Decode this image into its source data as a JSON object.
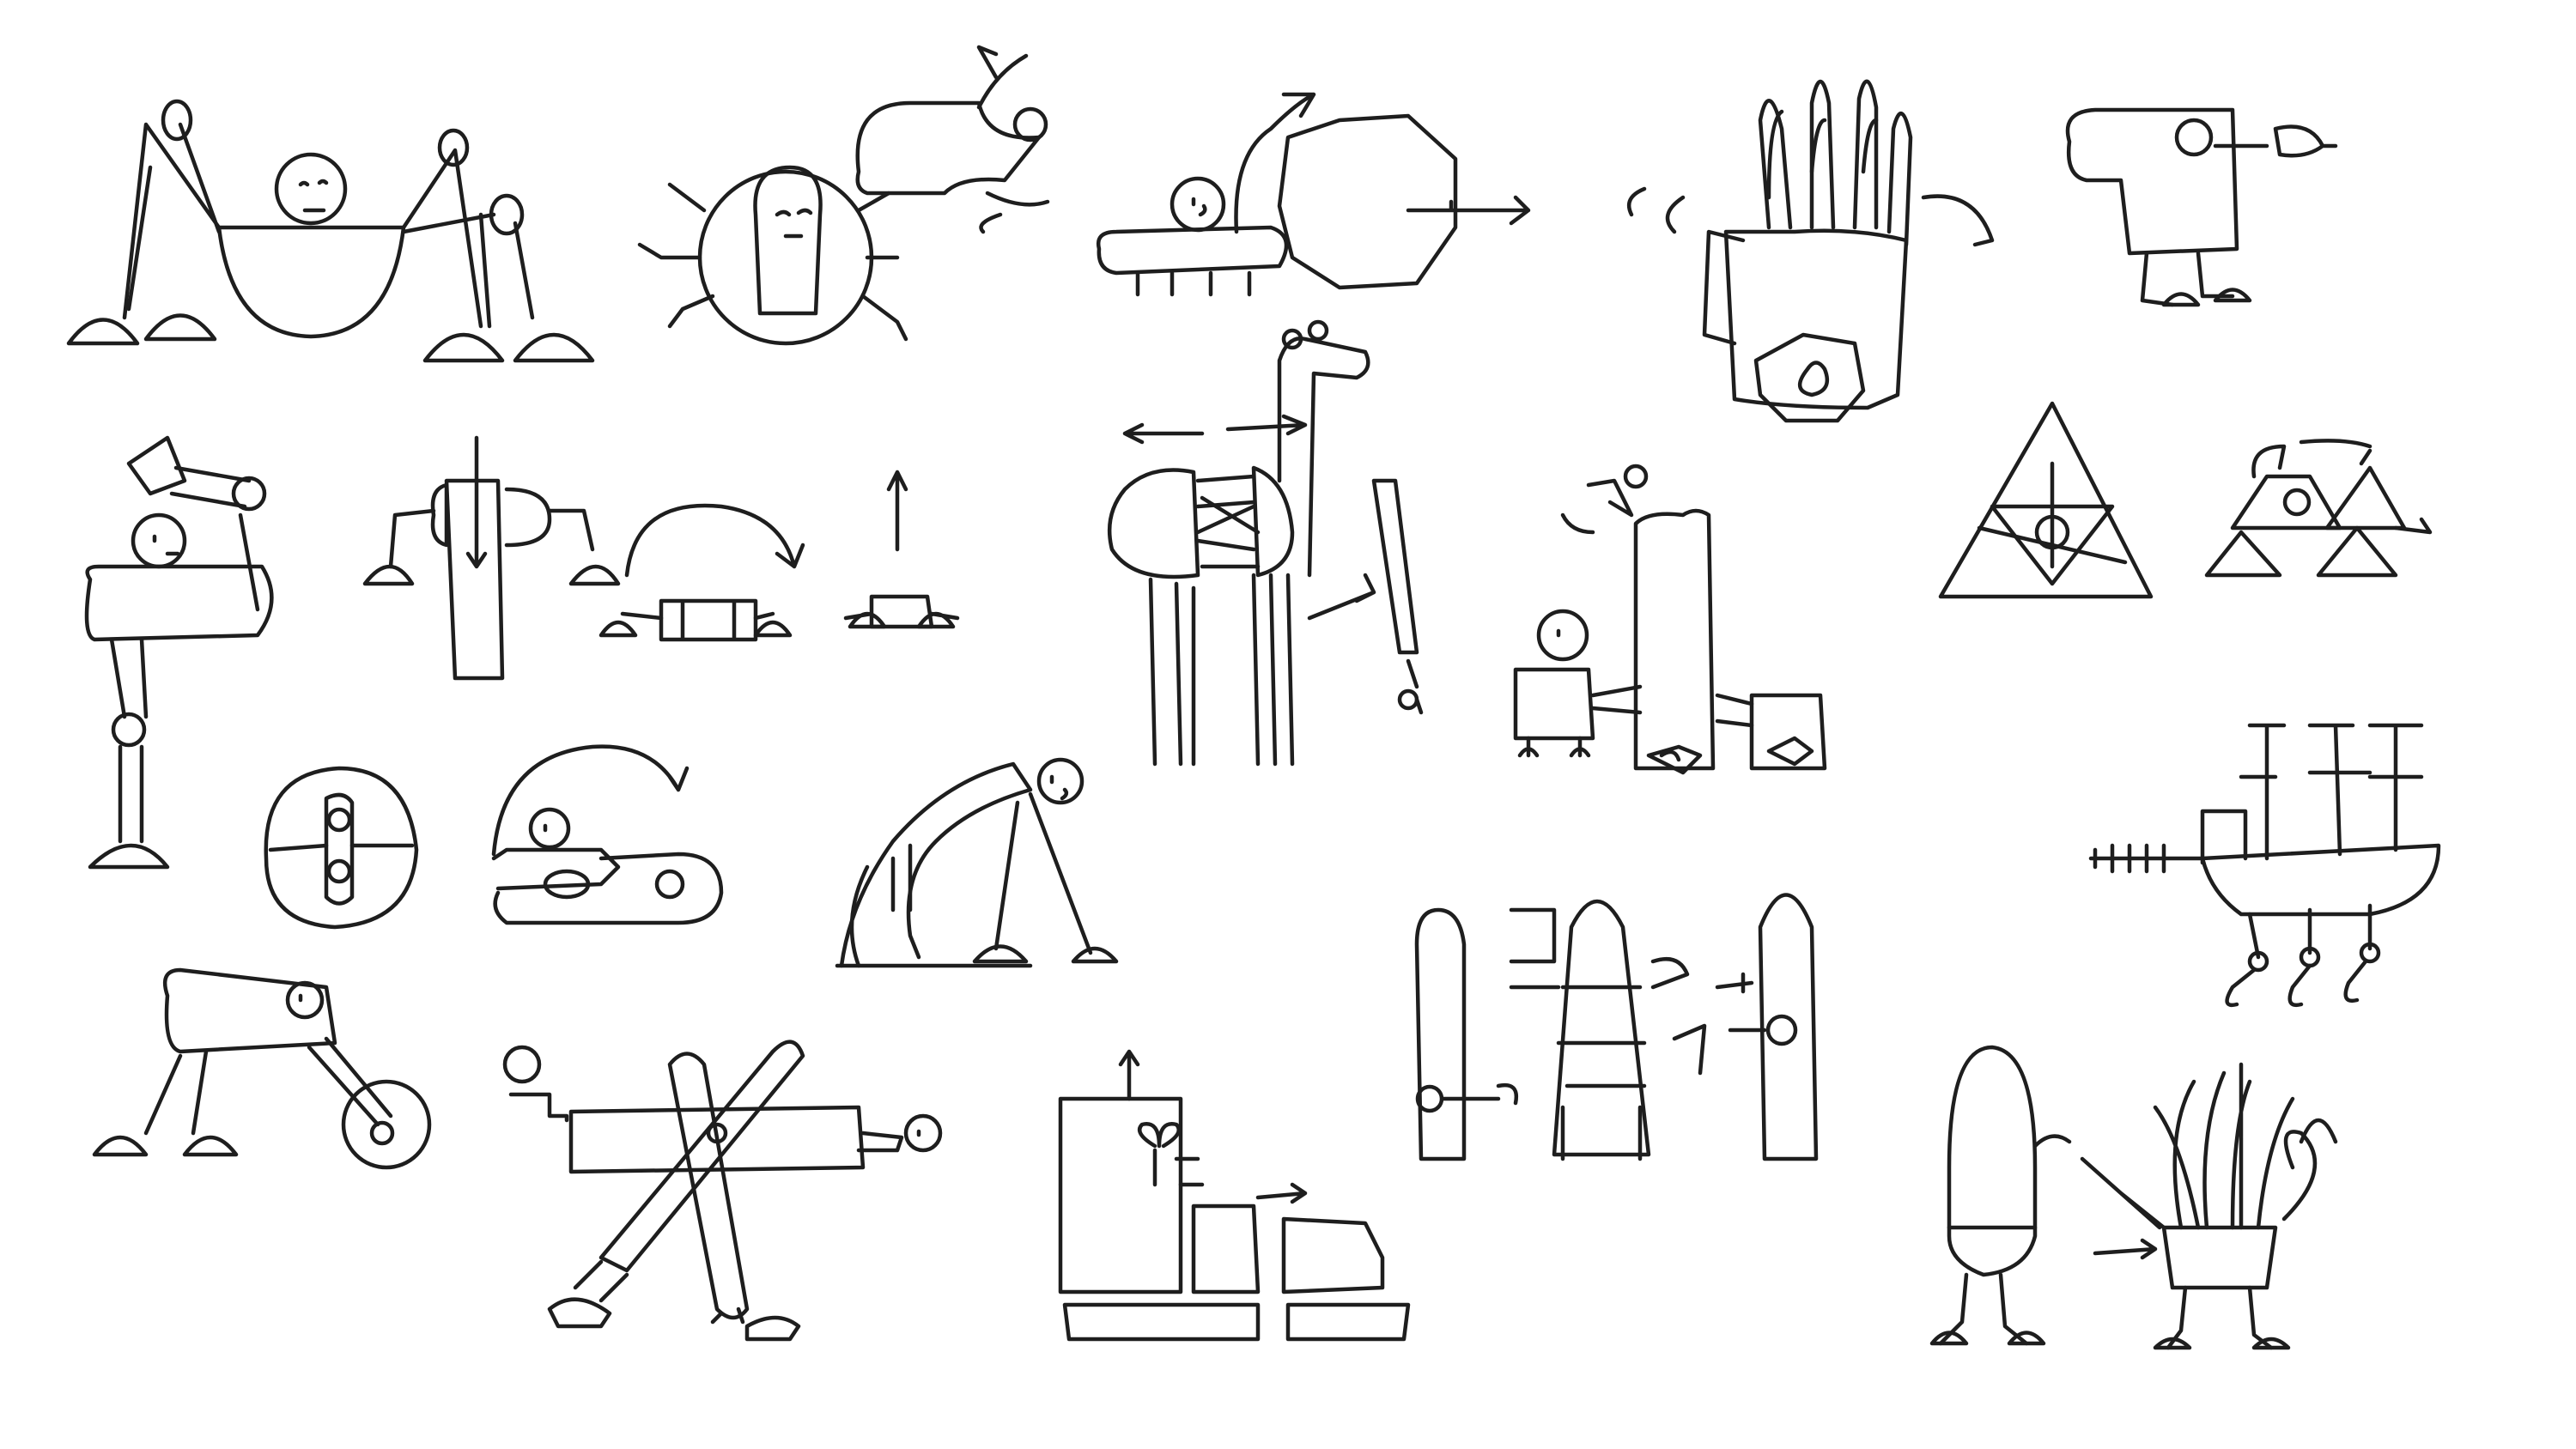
{
  "canvas": {
    "background": "#ffffff",
    "ink_color": "#1e1e1e"
  },
  "sketches": [
    {
      "id": "spider-walker",
      "icon": "spider-robot-icon"
    },
    {
      "id": "bug-shell",
      "icon": "bug-icon"
    },
    {
      "id": "flying-pod",
      "icon": "flying-figure-icon"
    },
    {
      "id": "caterpillar-octagon",
      "icon": "octagon-transform-icon"
    },
    {
      "id": "giant-hand",
      "icon": "hand-robot-icon"
    },
    {
      "id": "pipe-bird",
      "icon": "pipe-bird-icon"
    },
    {
      "id": "arm-figure",
      "icon": "crane-arm-icon"
    },
    {
      "id": "transforming-walker",
      "icon": "transform-walker-icon"
    },
    {
      "id": "giraffe-tower",
      "icon": "giraffe-tower-icon"
    },
    {
      "id": "tower-machine",
      "icon": "tower-machine-icon"
    },
    {
      "id": "triforce",
      "icon": "triangle-eye-icon"
    },
    {
      "id": "wheel-disc",
      "icon": "disc-icon"
    },
    {
      "id": "snail-roll",
      "icon": "snail-roll-icon"
    },
    {
      "id": "arched-creature",
      "icon": "arched-creature-icon"
    },
    {
      "id": "ship-legs",
      "icon": "ship-walker-icon"
    },
    {
      "id": "wheel-crawler",
      "icon": "wheel-crawler-icon"
    },
    {
      "id": "cross-body",
      "icon": "cross-body-icon"
    },
    {
      "id": "block-stack",
      "icon": "block-stack-icon"
    },
    {
      "id": "cactus-tower",
      "icon": "cactus-tower-icon"
    },
    {
      "id": "peacock-pod",
      "icon": "peacock-pod-icon"
    }
  ]
}
